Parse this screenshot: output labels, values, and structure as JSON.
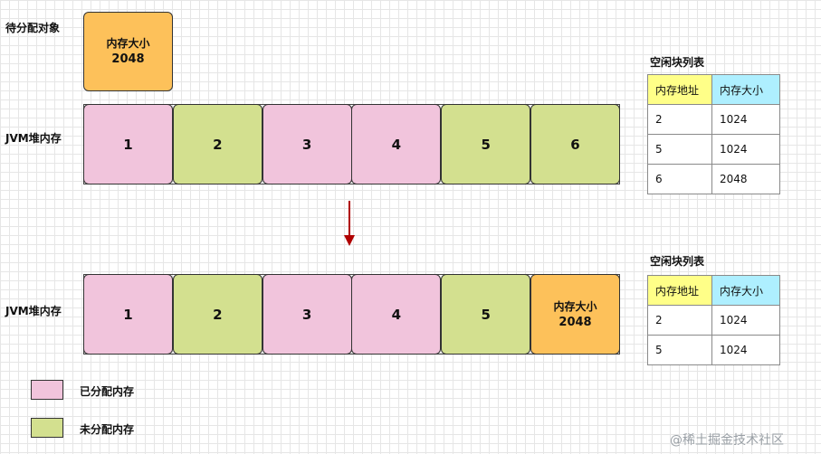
{
  "object": {
    "label": "待分配对象",
    "title": "内存大小",
    "size": "2048"
  },
  "heap_top": {
    "label": "JVM堆内存",
    "blocks": [
      {
        "text": "1",
        "kind": "allocated"
      },
      {
        "text": "2",
        "kind": "free"
      },
      {
        "text": "3",
        "kind": "allocated"
      },
      {
        "text": "4",
        "kind": "allocated"
      },
      {
        "text": "5",
        "kind": "free"
      },
      {
        "text": "6",
        "kind": "free"
      }
    ]
  },
  "heap_bottom": {
    "label": "JVM堆内存",
    "blocks": [
      {
        "text": "1",
        "kind": "allocated"
      },
      {
        "text": "2",
        "kind": "free"
      },
      {
        "text": "3",
        "kind": "allocated"
      },
      {
        "text": "4",
        "kind": "allocated"
      },
      {
        "text": "5",
        "kind": "free"
      }
    ],
    "new_block": {
      "title": "内存大小",
      "size": "2048"
    }
  },
  "free_list_top": {
    "title": "空闲块列表",
    "headers": [
      "内存地址",
      "内存大小"
    ],
    "rows": [
      [
        "2",
        "1024"
      ],
      [
        "5",
        "1024"
      ],
      [
        "6",
        "2048"
      ]
    ]
  },
  "free_list_bottom": {
    "title": "空闲块列表",
    "headers": [
      "内存地址",
      "内存大小"
    ],
    "rows": [
      [
        "2",
        "1024"
      ],
      [
        "5",
        "1024"
      ]
    ]
  },
  "legend": {
    "allocated": "已分配内存",
    "free": "未分配内存"
  },
  "watermark": "@稀土掘金技术社区",
  "colors": {
    "allocated": "#f1c4dc",
    "free": "#d3e08f",
    "object": "#fdc15a",
    "arrow": "#b00000",
    "header_address": "#ffff88",
    "header_size": "#aeefff"
  }
}
